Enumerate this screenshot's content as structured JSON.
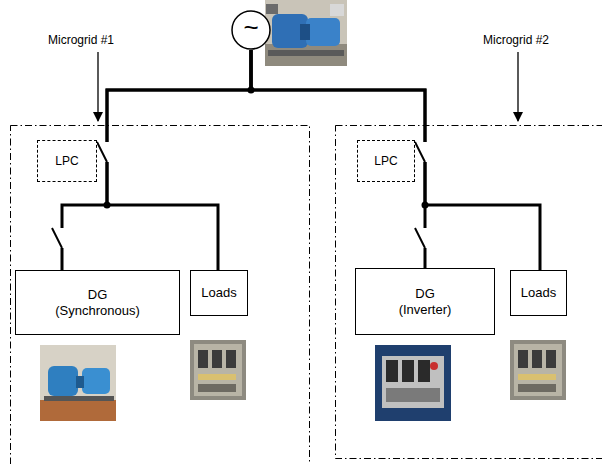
{
  "diagram": {
    "nodes": [
      {
        "text": [
          "~"
        ]
      },
      {
        "text": [
          "Microgrid #1"
        ]
      },
      {
        "text": [
          "LPC"
        ],
        "in": 1
      },
      {
        "text": [
          "DG (Synchronous)"
        ],
        "in": 1
      },
      {
        "text": [
          "Loads"
        ],
        "in": 1
      },
      {
        "text": [
          "Microgrid #2"
        ]
      },
      {
        "text": [
          "LPC"
        ],
        "in": 5
      },
      {
        "text": [
          "DG (Inverter)"
        ],
        "in": 5
      },
      {
        "text": [
          "Loads"
        ],
        "in": 5
      }
    ],
    "edges": [
      {
        "from": 0,
        "to": 3,
        "arrow": "none"
      },
      {
        "from": 0,
        "to": 4,
        "arrow": "none"
      },
      {
        "from": 0,
        "to": 7,
        "arrow": "none"
      },
      {
        "from": 0,
        "to": 8,
        "arrow": "none"
      }
    ]
  }
}
